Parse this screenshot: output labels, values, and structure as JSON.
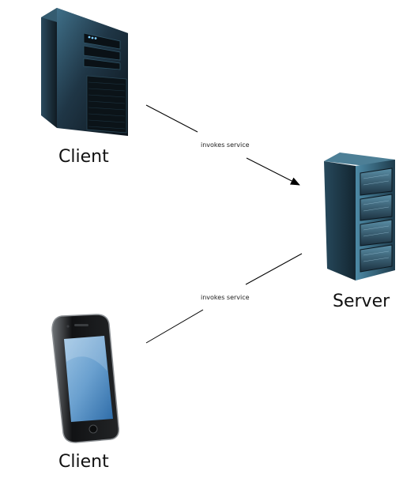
{
  "nodes": {
    "desktop_client": {
      "label": "Client",
      "icon": "desktop-tower-icon"
    },
    "mobile_client": {
      "label": "Client",
      "icon": "smartphone-icon"
    },
    "server": {
      "label": "Server",
      "icon": "server-rack-icon"
    }
  },
  "edges": [
    {
      "from": "desktop_client",
      "to": "server",
      "label": "invokes service",
      "arrow": true
    },
    {
      "from": "mobile_client",
      "to": "server",
      "label": "invokes service",
      "arrow": false
    }
  ],
  "colors": {
    "line": "#000000",
    "device_dark": "#1c2a36",
    "device_highlight": "#3d6c86",
    "screen": "#6fa8dc"
  }
}
